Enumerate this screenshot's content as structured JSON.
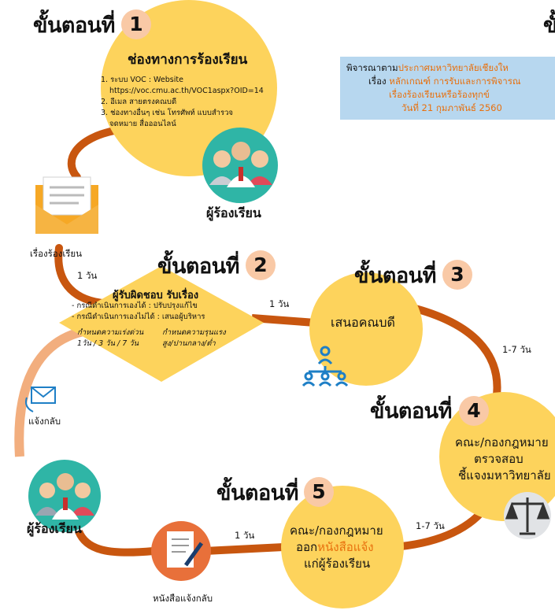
{
  "step_word": "ขั้นตอนที่",
  "top_right_fragment": "ขั้",
  "steps": [
    {
      "number": "1"
    },
    {
      "number": "2"
    },
    {
      "number": "3"
    },
    {
      "number": "4"
    },
    {
      "number": "5"
    }
  ],
  "step1": {
    "title": "ช่องทางการร้องเรียน",
    "items": [
      "1. ระบบ  VOC  : Website",
      "https://voc.cmu.ac.th/VOC1aspx?OID=14",
      "2. อีเมล สายตรงคณบดี",
      "3. ช่องทางอื่นๆ  เช่น โทรศัพท์  แบบสำรวจ",
      "จดหมาย สื่อออนไลน์"
    ],
    "people_label": "ผู้ร้องเรียน"
  },
  "notice": {
    "line1_prefix": "พิจารณาตาม",
    "line1_highlight": "ประกาศมหาวิทยาลัยเชียงให",
    "line2_prefix": "เรื่อง ",
    "line2_highlight": "หลักเกณฑ์ การรับและการพิจารณ",
    "line3": "เรื่องร้องเรียนหรือร้องทุกข์",
    "line4": "วันที่ 21 กุมภาพันธ์ 2560"
  },
  "envelope_label": "เรื่องร้องเรียน",
  "durations": {
    "d1": "1 วัน",
    "d2": "1 วัน",
    "d3": "1-7 วัน",
    "d4": "1-7 วัน",
    "d5": "1 วัน"
  },
  "step2": {
    "title": "ผู้รับผิดชอบ รับเรื่อง",
    "bullet1": "- กรณีดำเนินการเองได้ : ปรับปรุงแก้ไข",
    "bullet2": "- กรณีดำเนินการเองไม่ได้ : เสนอผู้บริหาร",
    "urgency_left_1": "กำหนดความเร่งด่วน",
    "urgency_left_2": "1วัน  / 3 วัน / 7 วัน",
    "urgency_right_1": "กำหนดความรุนแรง",
    "urgency_right_2": "สูง/ปานกลาง/ต่ำ"
  },
  "step3": {
    "text": "เสนอคณบดี"
  },
  "step4": {
    "lines": [
      "คณะ/กองกฎหมาย",
      "ตรวจสอบ",
      "ชี้แจงมหาวิทยาลัย"
    ]
  },
  "step5": {
    "line1": "คณะ/กองกฎหมาย",
    "line2_prefix": "ออก",
    "line2_highlight": "หนังสือแจ้ง",
    "line3": "แก่ผู้ร้องเรียน"
  },
  "notify_label": "แจ้งกลับ",
  "people_label_bottom": "ผู้ร้องเรียน",
  "letter_label": "หนังสือแจ้งกลับ",
  "colors": {
    "yellow": "#fdd35c",
    "orange_path": "#c8560f",
    "peach_path": "#f2ae7e",
    "number_badge": "#f9c9a6",
    "notice_box": "#b7d7ef",
    "highlight_text": "#e8700d"
  }
}
